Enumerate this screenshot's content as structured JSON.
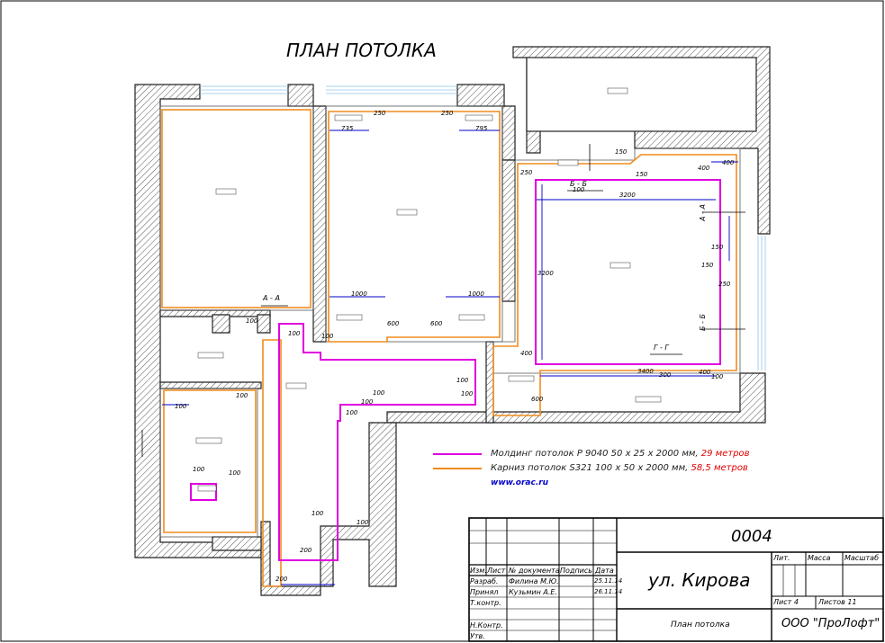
{
  "title": "ПЛАН ПОТОЛКА",
  "legend": {
    "molding_text": "Молдинг потолок P 9040 50 x 25 x 2000 мм, ",
    "molding_count": "29 метров",
    "cornice_text": "Карниз потолок S321 100 x 50 x 2000 мм, ",
    "cornice_count": "58,5 метров",
    "website": "www.orac.ru",
    "colors": {
      "molding": "#e000e0",
      "cornice": "#f08c1e",
      "count": "#e00000",
      "dims": "#0000cc"
    }
  },
  "section_marks": [
    "А - А",
    "Б - Б",
    "А - А",
    "Б - Б",
    "Г - Г"
  ],
  "dimensions": {
    "d1": "735",
    "d2": "250",
    "d3": "250",
    "d4": "795",
    "d5": "150",
    "d6": "100",
    "d7": "150",
    "d8": "400",
    "d9": "400",
    "d10": "250",
    "d11": "3200",
    "d12": "3200",
    "d13": "150",
    "d14": "150",
    "d15": "250",
    "d16": "1000",
    "d17": "1000",
    "d18": "600",
    "d19": "600",
    "d20": "100",
    "d21": "100",
    "d22": "100",
    "d23": "400",
    "d24": "3400",
    "d25": "300",
    "d26": "400",
    "d27": "100",
    "d28": "100",
    "d29": "100",
    "d30": "600",
    "d31": "100",
    "d32": "100",
    "d33": "100",
    "d34": "100",
    "d35": "100",
    "d36": "100",
    "d37": "100",
    "d38": "100",
    "d39": "200",
    "d40": "200",
    "d41": "100"
  },
  "title_block": {
    "drawing_code": "0004",
    "project": "ул. Кирова",
    "drawing_name": "План потолка",
    "company": "ООО \"ПроЛофт\"",
    "col_headers": [
      "Изм.",
      "Лист",
      "№ документа",
      "Подпись",
      "Дата"
    ],
    "right_headers": [
      "Лит.",
      "Масса",
      "Масштаб"
    ],
    "sheet": "Лист 4",
    "sheets": "Листов 11",
    "rows": [
      {
        "role": "Разраб.",
        "name": "Филина М.Ю.",
        "date": "25.11.14"
      },
      {
        "role": "Принял",
        "name": "Кузьмин А.Е.",
        "date": "26.11.14"
      },
      {
        "role": "Т.контр.",
        "name": "",
        "date": ""
      },
      {
        "role": "",
        "name": "",
        "date": ""
      },
      {
        "role": "Н.Контр.",
        "name": "",
        "date": ""
      },
      {
        "role": "Утв.",
        "name": "",
        "date": ""
      }
    ]
  }
}
